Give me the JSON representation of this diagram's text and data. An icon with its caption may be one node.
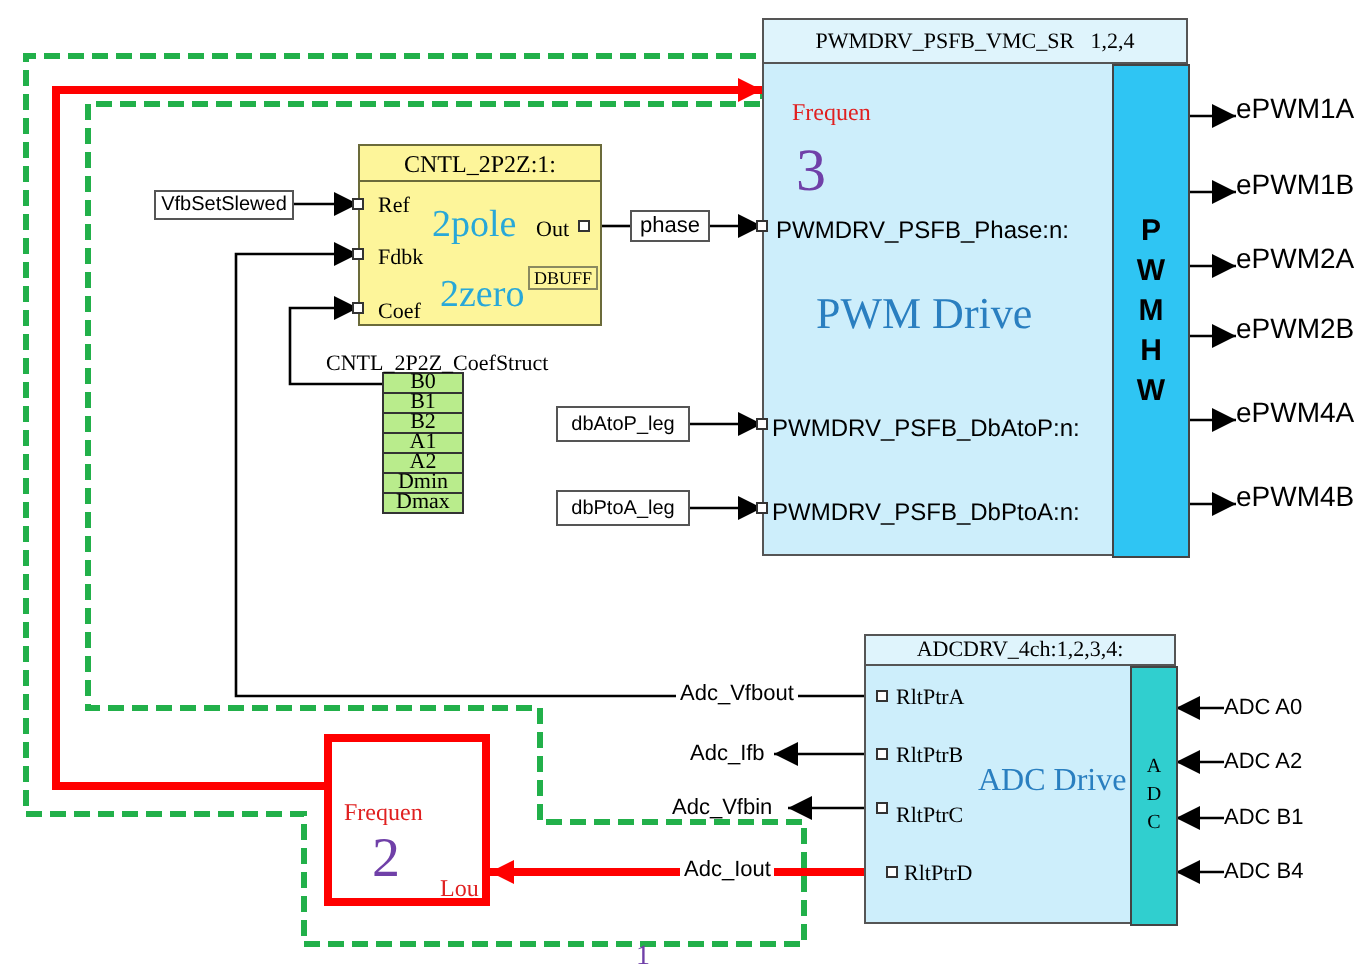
{
  "diagram": {
    "nodes": [
      {
        "text": [
          "CNTL_2P2Z:1:",
          "Ref",
          "Fdbk",
          "Coef",
          "Out",
          "2pole",
          "DBUFF",
          "2zero"
        ]
      },
      {
        "text": [
          "VfbSetSlewed"
        ]
      },
      {
        "text": [
          "phase"
        ]
      },
      {
        "text": [
          "B0",
          "B1",
          "B2",
          "A1",
          "A2",
          "Dmin",
          "Dmax"
        ],
        "beside": [
          "CNTL_2P2Z_CoefStruct"
        ]
      },
      {
        "text": [
          "PWMDRV_PSFB_VMC_SR   1,2,4",
          "Frequen",
          "3",
          "PWMDRV_PSFB_Phase:n:",
          "PWM Drive",
          "PWMDRV_PSFB_DbAtoP:n:",
          "PWMDRV_PSFB_DbPtoA:n:"
        ]
      },
      {
        "text": [
          "PWM HW"
        ],
        "in": 4
      },
      {
        "text": [
          "dbAtoP_leg"
        ]
      },
      {
        "text": [
          "dbPtoA_leg"
        ]
      },
      {
        "text": [
          "ePWM1A"
        ]
      },
      {
        "text": [
          "ePWM1B"
        ]
      },
      {
        "text": [
          "ePWM2A"
        ]
      },
      {
        "text": [
          "ePWM2B"
        ]
      },
      {
        "text": [
          "ePWM4A"
        ]
      },
      {
        "text": [
          "ePWM4B"
        ]
      },
      {
        "text": [
          "ADCDRV_4ch:1,2,3,4:",
          "RltPtrA",
          "RltPtrB",
          "RltPtrC",
          "RltPtrD",
          "ADC Drive"
        ]
      },
      {
        "text": [
          "ADC"
        ],
        "in": 14
      },
      {
        "text": [
          "ADC A0"
        ]
      },
      {
        "text": [
          "ADC A2"
        ]
      },
      {
        "text": [
          "ADC B1"
        ]
      },
      {
        "text": [
          "ADC B4"
        ]
      },
      {
        "text": [
          "Frequen",
          "2",
          "Lou"
        ]
      },
      {
        "text": [
          "Adc_Ifb"
        ]
      },
      {
        "text": [
          "Adc_Vfbin"
        ]
      }
    ],
    "edges": [
      {
        "from": 1,
        "to": 0,
        "arrow": "to"
      },
      {
        "from": 0,
        "to": 2,
        "arrow": "none"
      },
      {
        "from": 2,
        "to": 4,
        "arrow": "to"
      },
      {
        "from": 6,
        "to": 4,
        "arrow": "to"
      },
      {
        "from": 7,
        "to": 4,
        "arrow": "to"
      },
      {
        "from": 3,
        "to": 0,
        "arrow": "to"
      },
      {
        "from": 14,
        "to": 0,
        "arrow": "to",
        "label": "Adc_Vfbout"
      },
      {
        "from": 14,
        "to": 21,
        "arrow": "to"
      },
      {
        "from": 14,
        "to": 22,
        "arrow": "to"
      },
      {
        "from": 14,
        "to": 20,
        "arrow": "to",
        "label": "Adc_Iout",
        "style": "thick",
        "color": "#ff0000"
      },
      {
        "from": 20,
        "to": 4,
        "arrow": "to",
        "style": "thick",
        "color": "#ff0000"
      },
      {
        "from": 5,
        "to": 8,
        "arrow": "to"
      },
      {
        "from": 5,
        "to": 9,
        "arrow": "to"
      },
      {
        "from": 5,
        "to": 10,
        "arrow": "to"
      },
      {
        "from": 5,
        "to": 11,
        "arrow": "to"
      },
      {
        "from": 5,
        "to": 12,
        "arrow": "to"
      },
      {
        "from": 5,
        "to": 13,
        "arrow": "to"
      },
      {
        "from": 16,
        "to": 15,
        "arrow": "to"
      },
      {
        "from": 17,
        "to": 15,
        "arrow": "to"
      },
      {
        "from": 18,
        "to": 15,
        "arrow": "to"
      },
      {
        "from": 19,
        "to": 15,
        "arrow": "to"
      }
    ],
    "labels": [
      "1"
    ]
  }
}
